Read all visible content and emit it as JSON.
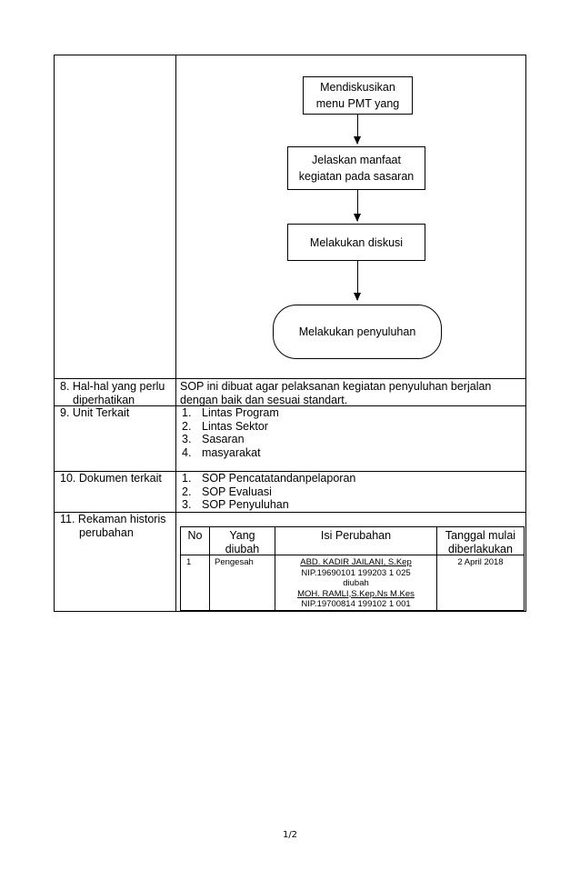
{
  "flow": {
    "step1": [
      "Mendiskusikan",
      "menu PMT yang"
    ],
    "step2": [
      "Jelaskan manfaat",
      "kegiatan pada sasaran"
    ],
    "step3": "Melakukan diskusi",
    "step4": "Melakukan penyuluhan"
  },
  "rows": {
    "hal": {
      "label": [
        "8. Hal-hal yang perlu",
        "diperhatikan"
      ],
      "text": [
        "SOP ini dibuat agar pelaksanan kegiatan penyuluhan berjalan",
        "dengan baik dan sesuai standart."
      ]
    },
    "unit": {
      "label": "9. Unit Terkait",
      "items": [
        {
          "num": "1.",
          "text": "Lintas Program"
        },
        {
          "num": "2.",
          "text": "Lintas Sektor"
        },
        {
          "num": "3.",
          "text": "Sasaran"
        },
        {
          "num": "4.",
          "text": "masyarakat"
        }
      ]
    },
    "dokumen": {
      "label": "10. Dokumen terkait",
      "items": [
        {
          "num": "1.",
          "text": "SOP Pencatatandanpelaporan"
        },
        {
          "num": "2.",
          "text": "SOP Evaluasi"
        },
        {
          "num": "3.",
          "text": "SOP Penyuluhan"
        }
      ]
    },
    "rekaman": {
      "label": [
        "11. Rekaman historis",
        "perubahan"
      ],
      "table": {
        "headers": {
          "no": "No",
          "yang": [
            "Yang",
            "diubah"
          ],
          "isi": "Isi Perubahan",
          "tanggal": [
            "Tanggal mulai",
            "diberlakukan"
          ]
        },
        "row": {
          "no": "1",
          "yang": "Pengesah",
          "isi": [
            "ABD. KADIR JAILANI, S.Kep",
            "NIP.19690101 199203 1 025",
            "diubah",
            "MOH. RAMLI,S.Kep.Ns M.Kes",
            "NIP.19700814 199102 1 001"
          ],
          "tanggal": "2 April 2018"
        }
      }
    }
  },
  "footer": {
    "page": "1/2"
  }
}
